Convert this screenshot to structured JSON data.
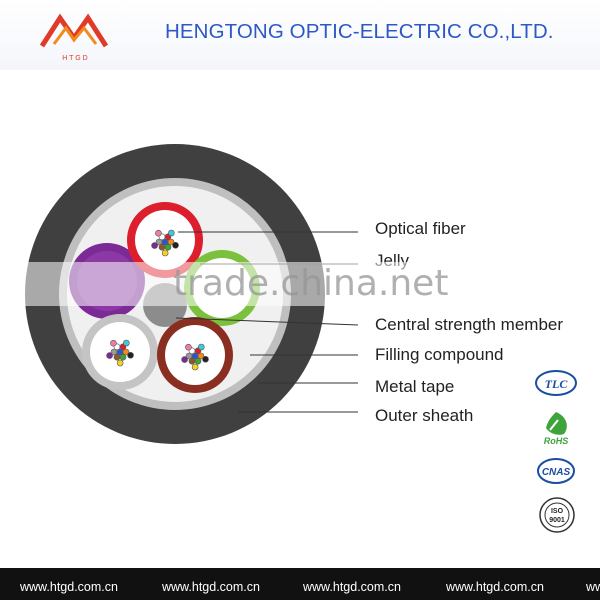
{
  "header": {
    "company_name": "HENGTONG OPTIC-ELECTRIC CO.,LTD.",
    "logo_text": "H T G D"
  },
  "diagram": {
    "labels": {
      "optical_fiber": "Optical fiber",
      "jelly": "Jelly",
      "central_strength_member": "Central strength member",
      "filling_compound": "Filling compound",
      "metal_tape": "Metal tape",
      "outer_sheath": "Outer sheath"
    },
    "colors": {
      "outer_sheath": "#404040",
      "metal_tape": "#bfbfbf",
      "filling_compound": "#f0f0f0",
      "tube_red": "#dd1e2c",
      "tube_purple": "#7b2a96",
      "tube_green": "#7cc13e",
      "tube_grey": "#c4c4c4",
      "tube_brown": "#8a2e22",
      "central_member": "#8c8c8c"
    }
  },
  "watermark": "trade.china.net",
  "certifications": {
    "tlc": "TLC",
    "rohs": "RoHS",
    "cnas": "CNAS",
    "iso": "ISO",
    "iso_number": "9001"
  },
  "footer": {
    "urls": [
      "www.htgd.com.cn",
      "www.htgd.com.cn",
      "www.htgd.com.cn",
      "www.htgd.com.cn",
      "www.htgd.com.cn"
    ]
  }
}
